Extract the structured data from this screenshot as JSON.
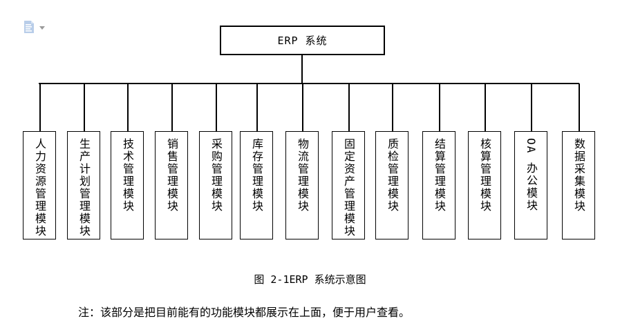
{
  "page": {
    "background": "#ffffff",
    "line_color": "#000000"
  },
  "paste_widget": {
    "icon": "paste-options-icon",
    "icon_color": "#b8cde9",
    "dropdown_icon": "chevron-down-icon",
    "dropdown_color": "#9a9a9a"
  },
  "diagram": {
    "root_label": "ERP 系统",
    "modules": [
      {
        "label": "人力资源管理模块"
      },
      {
        "label": "生产计划管理模块"
      },
      {
        "label": "技术管理模块"
      },
      {
        "label": "销售管理模块"
      },
      {
        "label": "采购管理模块"
      },
      {
        "label": "库存管理模块"
      },
      {
        "label": "物流管理模块"
      },
      {
        "label": "固定资产管理模块"
      },
      {
        "label": "质检管理模块"
      },
      {
        "label": "结算管理模块"
      },
      {
        "label": "核算管理模块"
      },
      {
        "label": "OA 办公模块"
      },
      {
        "label": "数据采集模块"
      }
    ],
    "caption": "图 2-1ERP 系统示意图",
    "note": "注：该部分是把目前能有的功能模块都展示在上面，便于用户查看。"
  }
}
